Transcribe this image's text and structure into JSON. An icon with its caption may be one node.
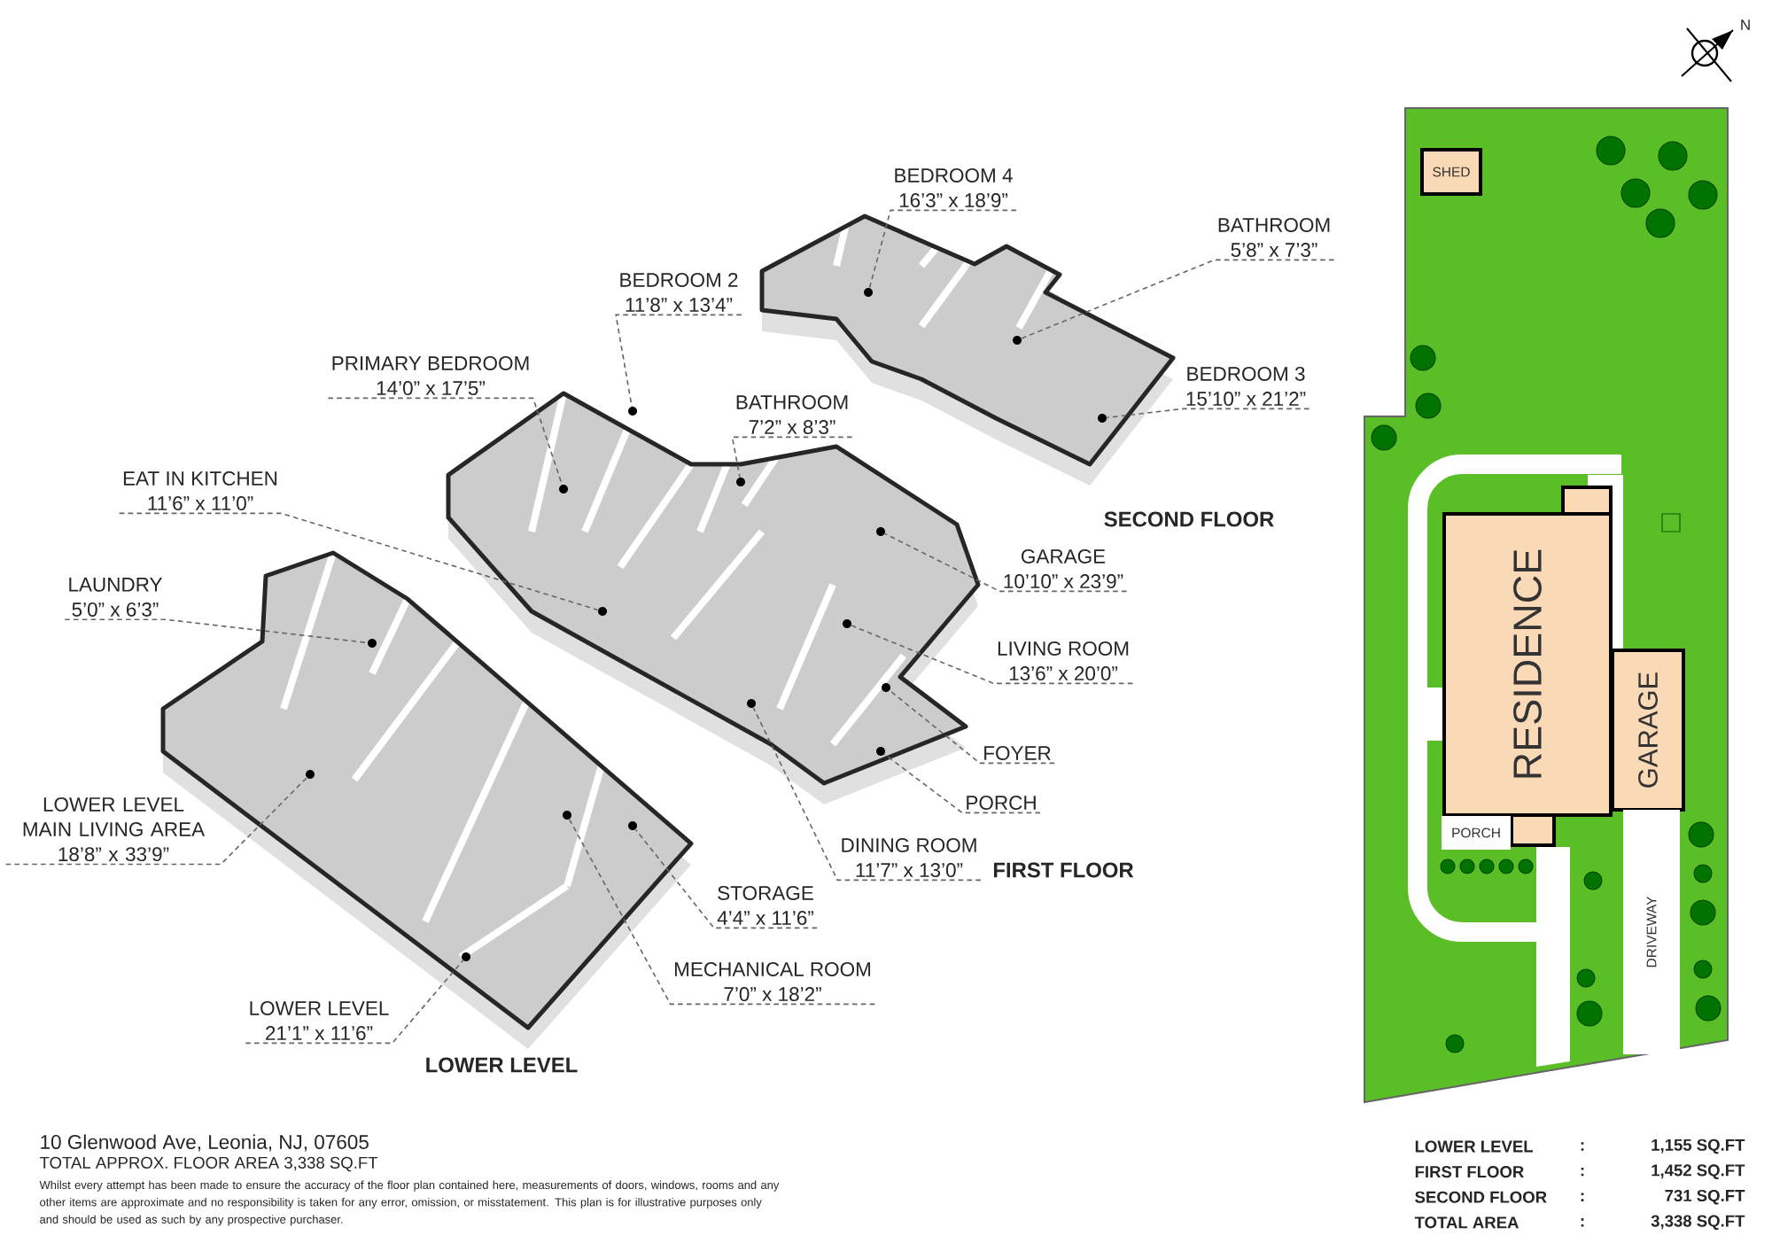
{
  "diagram": {
    "nodes": [
      {
        "text": [
          "BEDROOM 4",
          "16’3” x 18’9”"
        ]
      },
      {
        "text": [
          "BATHROOM",
          "5’8” x 7’3”"
        ]
      },
      {
        "text": [
          "BEDROOM 3",
          "15’10” x 21’2”"
        ]
      },
      {
        "text": [
          "BEDROOM 2",
          "11’8” x 13’4”"
        ]
      },
      {
        "text": [
          "PRIMARY BEDROOM",
          "14’0” x 17’5”"
        ]
      },
      {
        "text": [
          "BATHROOM",
          "7’2” x 8’3”"
        ]
      },
      {
        "text": [
          "EAT IN KITCHEN",
          "11’6” x 11’0”"
        ]
      },
      {
        "text": [
          "GARAGE",
          "10’10” x 23’9”"
        ]
      },
      {
        "text": [
          "LAUNDRY",
          "5’0” x 6’3”"
        ]
      },
      {
        "text": [
          "LIVING ROOM",
          "13’6” x 20’0”"
        ]
      },
      {
        "text": [
          "FOYER"
        ]
      },
      {
        "text": [
          "PORCH"
        ]
      },
      {
        "text": [
          "LOWER LEVEL MAIN LIVING AREA",
          "18’8” x 33’9”"
        ]
      },
      {
        "text": [
          "DINING ROOM",
          "11’7” x 13’0”"
        ]
      },
      {
        "text": [
          "STORAGE",
          "4’4” x 11’6”"
        ]
      },
      {
        "text": [
          "MECHANICAL ROOM",
          "7’0” x 18’2”"
        ]
      },
      {
        "text": [
          "LOWER LEVEL",
          "21’1” x 11’6”"
        ]
      },
      {
        "text": [],
        "shape": "circle"
      },
      {
        "text": [],
        "shape": "circle"
      },
      {
        "text": [],
        "shape": "circle"
      },
      {
        "text": [],
        "shape": "circle"
      },
      {
        "text": [],
        "shape": "circle"
      },
      {
        "text": [],
        "shape": "circle"
      },
      {
        "text": [],
        "shape": "circle"
      },
      {
        "text": [],
        "shape": "circle"
      },
      {
        "text": [],
        "shape": "circle"
      },
      {
        "text": [],
        "shape": "circle"
      },
      {
        "text": [],
        "shape": "circle"
      },
      {
        "text": [],
        "shape": "circle"
      },
      {
        "text": [],
        "shape": "circle"
      },
      {
        "text": [],
        "shape": "circle"
      },
      {
        "text": [],
        "shape": "circle"
      },
      {
        "text": [],
        "shape": "circle"
      },
      {
        "text": [],
        "shape": "circle"
      },
      {
        "text": [
          "RESIDENCE"
        ]
      },
      {
        "text": [
          "GARAGE"
        ]
      },
      {
        "text": [
          "PORCH"
        ]
      },
      {
        "text": [
          "SHED"
        ]
      },
      {
        "text": [
          "DRIVEWAY"
        ]
      }
    ],
    "edges": [
      {
        "from": 0,
        "to": 17,
        "arrow": "none",
        "style": "dashed"
      },
      {
        "from": 1,
        "to": 18,
        "arrow": "none",
        "style": "dashed"
      },
      {
        "from": 2,
        "to": 19,
        "arrow": "none",
        "style": "dashed"
      },
      {
        "from": 3,
        "to": 20,
        "arrow": "none",
        "style": "dashed"
      },
      {
        "from": 4,
        "to": 21,
        "arrow": "none",
        "style": "dashed"
      },
      {
        "from": 5,
        "to": 22,
        "arrow": "none",
        "style": "dashed"
      },
      {
        "from": 6,
        "to": 23,
        "arrow": "none",
        "style": "dashed"
      },
      {
        "from": 7,
        "to": 24,
        "arrow": "none",
        "style": "dashed"
      },
      {
        "from": 8,
        "to": 25,
        "arrow": "none",
        "style": "dashed"
      },
      {
        "from": 9,
        "to": 26,
        "arrow": "none",
        "style": "dashed"
      },
      {
        "from": 10,
        "to": 27,
        "arrow": "none",
        "style": "dashed"
      },
      {
        "from": 11,
        "to": 28,
        "arrow": "none",
        "style": "dashed"
      },
      {
        "from": 12,
        "to": 29,
        "arrow": "none",
        "style": "dashed"
      },
      {
        "from": 13,
        "to": 30,
        "arrow": "none",
        "style": "dashed"
      },
      {
        "from": 14,
        "to": 31,
        "arrow": "none",
        "style": "dashed"
      },
      {
        "from": 15,
        "to": 32,
        "arrow": "none",
        "style": "dashed"
      },
      {
        "from": 16,
        "to": 33,
        "arrow": "none",
        "style": "dashed"
      }
    ],
    "labels": [
      "N",
      "SECOND FLOOR",
      "FIRST FLOOR",
      "LOWER LEVEL",
      "10 Glenwood Ave, Leonia, NJ, 07605",
      "TOTAL APPROX. FLOOR AREA 3,338 SQ.FT",
      "Whilst every attempt has been made to ensure the accuracy of the floor plan contained here, measurements of doors, windows, rooms and any other items are approximate and no responsibility is taken for any error, omission, or misstatement. This plan is for illustrative purposes only and should be used as such by any prospective purchaser.",
      "LOWER LEVEL",
      ":",
      "1,155 SQ.FT",
      "FIRST FLOOR",
      ":",
      "1,452 SQ.FT",
      "SECOND FLOOR",
      ":",
      "731 SQ.FT",
      "TOTAL AREA",
      ":",
      "3,338 SQ.FT"
    ]
  }
}
